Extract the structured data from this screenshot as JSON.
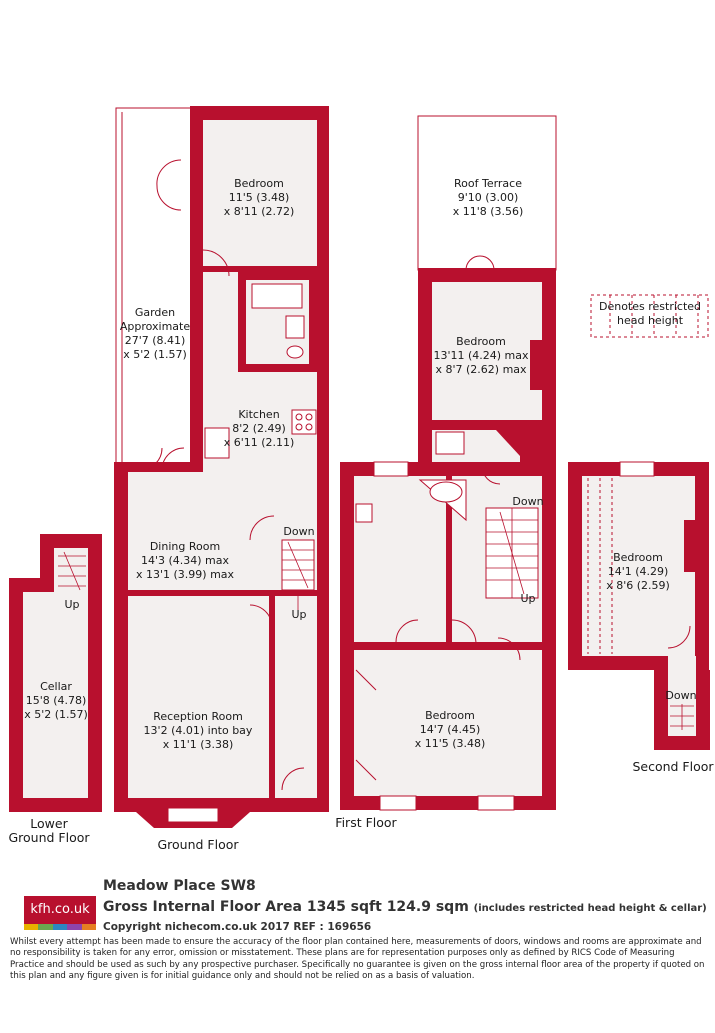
{
  "rooms": {
    "bedroom_ground": {
      "name": "Bedroom",
      "dim1": "11'5 (3.48)",
      "dim2": "x 8'11 (2.72)"
    },
    "garden": {
      "name1": "Garden",
      "name2": "Approximate",
      "dim1": "27'7 (8.41)",
      "dim2": "x 5'2 (1.57)"
    },
    "kitchen": {
      "name": "Kitchen",
      "dim1": "8'2 (2.49)",
      "dim2": "x 6'11 (2.11)"
    },
    "dining": {
      "name": "Dining Room",
      "dim1": "14'3 (4.34) max",
      "dim2": "x 13'1 (3.99) max"
    },
    "reception": {
      "name": "Reception Room",
      "dim1": "13'2 (4.01) into bay",
      "dim2": "x 11'1 (3.38)"
    },
    "cellar": {
      "name": "Cellar",
      "dim1": "15'8 (4.78)",
      "dim2": "x 5'2 (1.57)"
    },
    "roof_terrace": {
      "name": "Roof Terrace",
      "dim1": "9'10 (3.00)",
      "dim2": "x 11'8 (3.56)"
    },
    "bedroom_first_back": {
      "name": "Bedroom",
      "dim1": "13'11 (4.24) max",
      "dim2": "x 8'7 (2.62) max"
    },
    "bedroom_first_front": {
      "name": "Bedroom",
      "dim1": "14'7 (4.45)",
      "dim2": "x 11'5 (3.48)"
    },
    "bedroom_second": {
      "name": "Bedroom",
      "dim1": "14'1 (4.29)",
      "dim2": "x 8'6 (2.59)"
    }
  },
  "stairs": {
    "down": "Down",
    "up": "Up"
  },
  "legend": {
    "line1": "Denotes restricted",
    "line2": "head height"
  },
  "floors": {
    "lower1": "Lower",
    "lower2": "Ground Floor",
    "ground": "Ground Floor",
    "first": "First Floor",
    "second": "Second Floor"
  },
  "footer": {
    "logo": "kfh.co.uk",
    "address": "Meadow Place  SW8",
    "area": "Gross Internal Floor Area 1345 sqft 124.9 sqm",
    "area_note": "(includes restricted head height & cellar)",
    "copyright": "Copyright nichecom.co.uk 2017 REF : 169656",
    "disclaimer": "Whilst every attempt has been made to ensure the accuracy of the floor plan contained here, measurements of doors, windows and rooms are approximate and no responsibility is taken for any error, omission or misstatement.  These plans are for representation purposes only as defined by RICS Code of Measuring Practice and should be used as such by any prospective purchaser.  Specifically no guarantee is given on the gross internal floor area of the property if quoted on this plan and any figure given is for initial guidance only and should not be relied on as a basis of valuation."
  },
  "colors": {
    "wall": "#b8102e",
    "floor": "#f3f0ef",
    "logo_bar": [
      "#e8b200",
      "#6aa84f",
      "#2e86c1",
      "#8e44ad",
      "#e67e22"
    ]
  }
}
